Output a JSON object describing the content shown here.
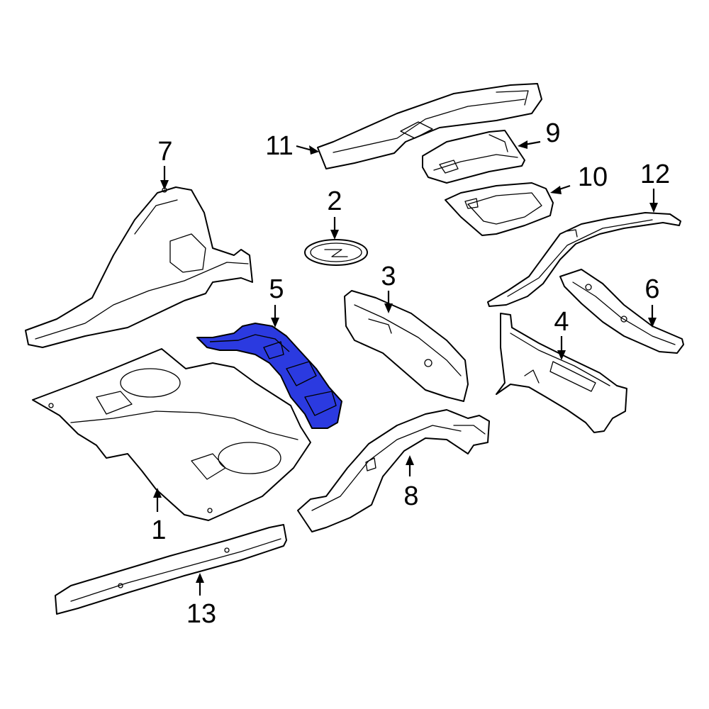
{
  "diagram": {
    "highlight_color": "#2b3ae0",
    "line_color": "#000000",
    "callouts": [
      {
        "id": "1",
        "label": "1"
      },
      {
        "id": "2",
        "label": "2"
      },
      {
        "id": "3",
        "label": "3"
      },
      {
        "id": "4",
        "label": "4"
      },
      {
        "id": "5",
        "label": "5",
        "highlighted": true
      },
      {
        "id": "6",
        "label": "6"
      },
      {
        "id": "7",
        "label": "7"
      },
      {
        "id": "8",
        "label": "8"
      },
      {
        "id": "9",
        "label": "9"
      },
      {
        "id": "10",
        "label": "10"
      },
      {
        "id": "11",
        "label": "11"
      },
      {
        "id": "12",
        "label": "12"
      },
      {
        "id": "13",
        "label": "13"
      }
    ]
  }
}
